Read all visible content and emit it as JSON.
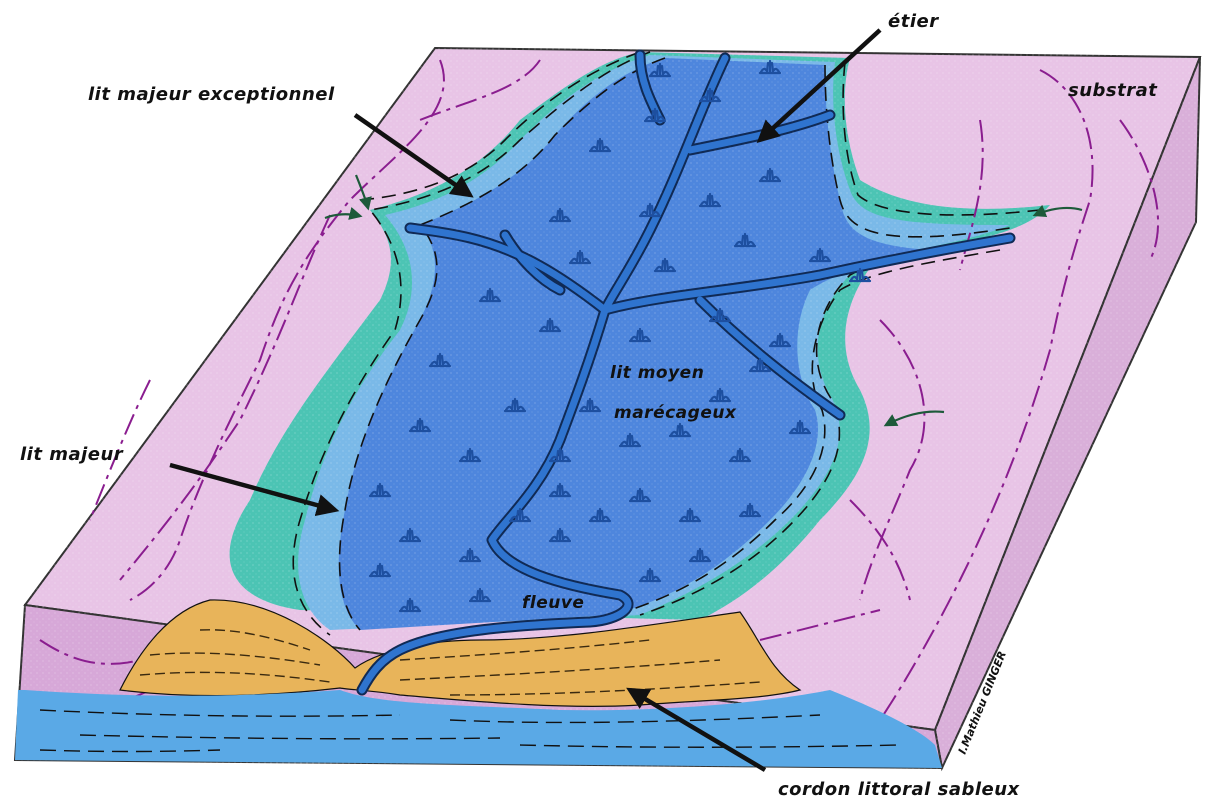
{
  "labels": {
    "etier": "étier",
    "lit_majeur_exceptionnel": "lit majeur exceptionnel",
    "substrat": "substrat",
    "lit_moyen": "lit moyen",
    "marecageux": "marécageux",
    "lit_majeur": "lit majeur",
    "fleuve": "fleuve",
    "cordon": "cordon littoral sableux"
  },
  "credit": "I.Mathieu GINGER",
  "colors": {
    "substrat": "#e8c4e6",
    "substrat_side": "#d7a6d8",
    "lit_majeur_exceptionnel": "#4cc4b4",
    "lit_majeur": "#7ab9e8",
    "lit_moyen": "#4e86dd",
    "channel": "#1f5fb5",
    "sand": "#e8b45a",
    "sea": "#5aa9e6",
    "marsh_symbol": "#1d4fa0",
    "outline": "#111111",
    "purple_line": "#8a1d8f",
    "green_arrow": "#1d5a3a"
  }
}
